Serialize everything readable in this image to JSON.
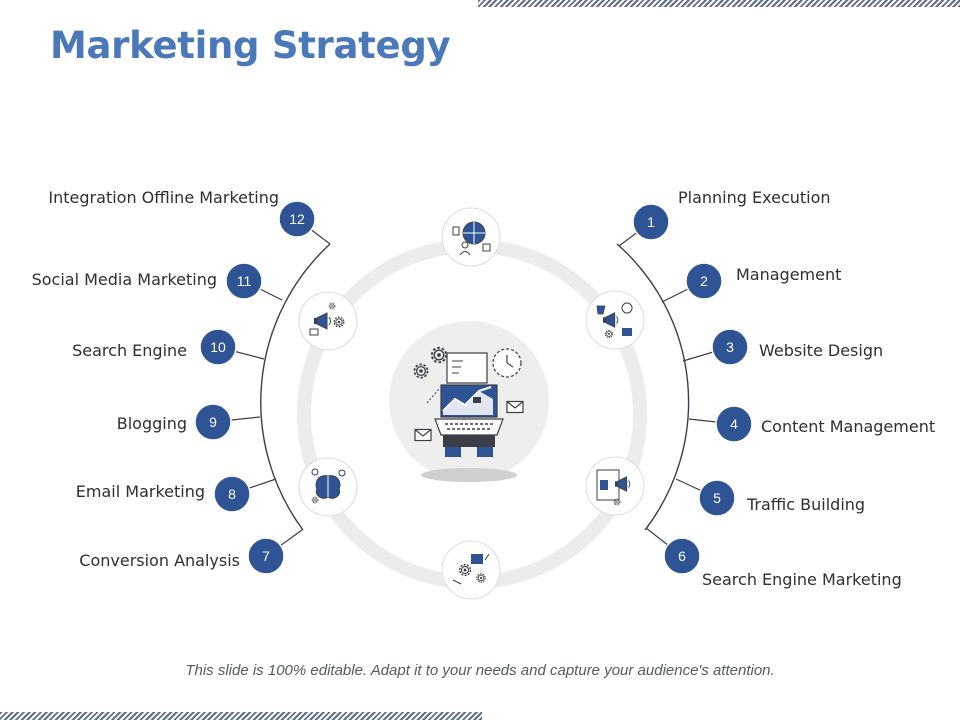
{
  "slide": {
    "title": "Marketing Strategy",
    "footer": "This slide is 100% editable. Adapt it to your needs and capture your audience's attention."
  },
  "colors": {
    "accent": "#2f5496",
    "title": "#4a78b9",
    "ring": "#ececec",
    "icon_ink": "#3a3f47",
    "icon_fill": "#2f5496"
  },
  "diagram": {
    "center_icon": "laptop-marketing-icon",
    "ring_icons": [
      "team-globe-icon",
      "cart-megaphone-icon",
      "web-megaphone-icon",
      "gears-network-icon",
      "brain-gear-icon",
      "megaphone-gear-icon"
    ],
    "items": [
      {
        "number": "1",
        "label": "Planning Execution"
      },
      {
        "number": "2",
        "label": "Management"
      },
      {
        "number": "3",
        "label": "Website Design"
      },
      {
        "number": "4",
        "label": "Content Management"
      },
      {
        "number": "5",
        "label": "Traffic Building"
      },
      {
        "number": "6",
        "label": "Search Engine Marketing"
      },
      {
        "number": "7",
        "label": "Conversion Analysis"
      },
      {
        "number": "8",
        "label": "Email Marketing"
      },
      {
        "number": "9",
        "label": "Blogging"
      },
      {
        "number": "10",
        "label": "Search Engine"
      },
      {
        "number": "11",
        "label": "Social Media Marketing"
      },
      {
        "number": "12",
        "label": "Integration Offline Marketing"
      }
    ]
  }
}
